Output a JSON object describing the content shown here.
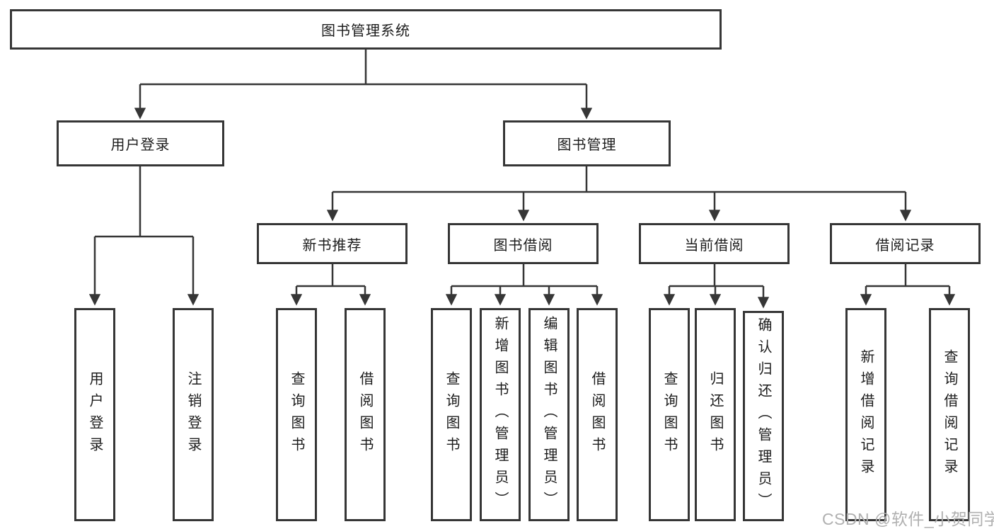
{
  "page": {
    "background_color": "#ffffff",
    "line_color": "#363636",
    "text_color": "#1c1c1c"
  },
  "nodes": {
    "root": "图书管理系统",
    "user_login": "用户登录",
    "book_mgmt": "图书管理",
    "new_book": "新书推荐",
    "book_borrow": "图书借阅",
    "current_borrow": "当前借阅",
    "borrow_records": "借阅记录",
    "leaf_user_login": "用户登录",
    "leaf_logout": "注销登录",
    "leaf_newbook_query": "查询图书",
    "leaf_newbook_borrow": "借阅图书",
    "leaf_borrow_query": "查询图书",
    "leaf_borrow_add": "新增图书（管理员）",
    "leaf_borrow_edit": "编辑图书（管理员）",
    "leaf_borrow_borrow": "借阅图书",
    "leaf_current_query": "查询图书",
    "leaf_current_return": "归还图书",
    "leaf_current_confirm": "确认归还（管理员）",
    "leaf_records_add": "新增借阅记录",
    "leaf_records_query": "查询借阅记录"
  },
  "hierarchy": {
    "图书管理系统": {
      "用户登录": [
        "用户登录",
        "注销登录"
      ],
      "图书管理": {
        "新书推荐": [
          "查询图书",
          "借阅图书"
        ],
        "图书借阅": [
          "查询图书",
          "新增图书（管理员）",
          "编辑图书（管理员）",
          "借阅图书"
        ],
        "当前借阅": [
          "查询图书",
          "归还图书",
          "确认归还（管理员）"
        ],
        "借阅记录": [
          "新增借阅记录",
          "查询借阅记录"
        ]
      }
    }
  },
  "watermark": {
    "text": "CSDN @软件_小贺同学",
    "color": "#b0b0b0"
  }
}
